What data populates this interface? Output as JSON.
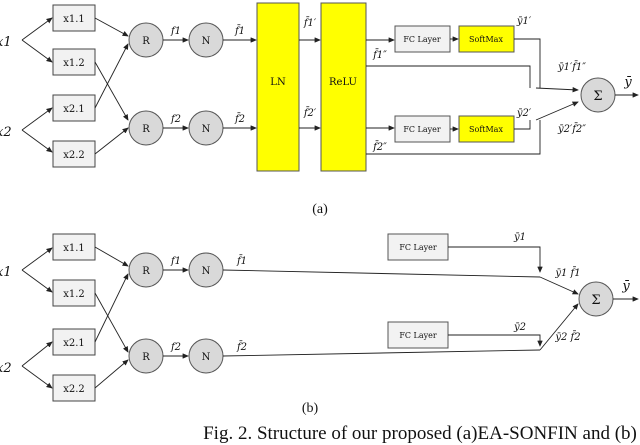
{
  "diagram_a": {
    "inputs_left": [
      "x1",
      "x2"
    ],
    "boxes": [
      "x1.1",
      "x1.2",
      "x2.1",
      "x2.2"
    ],
    "r_label": "R",
    "n_label": "N",
    "f1": "f1",
    "f2": "f2",
    "f1_bar": "f̄1",
    "f2_bar": "f̄2",
    "ln": "LN",
    "relu": "ReLU",
    "fc": "FC Layer",
    "softmax": "SoftMax",
    "f1_prime": "f̄1′",
    "f2_prime": "f̄2′",
    "f1_dprime": "f̄1″",
    "f2_dprime": "f̄2″",
    "y1_prime": "ȳ1′",
    "y2_prime": "ȳ2′",
    "y1f1": "ȳ1′f̄1″",
    "y2f2": "ȳ2′f̄2″",
    "sum": "Σ",
    "output": "ȳ",
    "label": "(a)"
  },
  "diagram_b": {
    "inputs_left": [
      "x1",
      "x2"
    ],
    "boxes": [
      "x1.1",
      "x1.2",
      "x2.1",
      "x2.2"
    ],
    "r_label": "R",
    "n_label": "N",
    "f1": "f1",
    "f2": "f2",
    "f1_bar": "f̄1",
    "f2_bar": "f̄2",
    "fc": "FC Layer",
    "y1": "ȳ1",
    "y2": "ȳ2",
    "y1f1": "ȳ1 f̄1",
    "y2f2": "ȳ2 f̄2",
    "sum": "Σ",
    "output": "ȳ",
    "label": "(b)"
  },
  "caption": "Fig. 2. Structure of our proposed (a)EA-SONFIN and (b)",
  "colors": {
    "yellow": "#ffff00",
    "node_gray": "#d9d9d9",
    "box_gray": "#f2f2f2"
  }
}
